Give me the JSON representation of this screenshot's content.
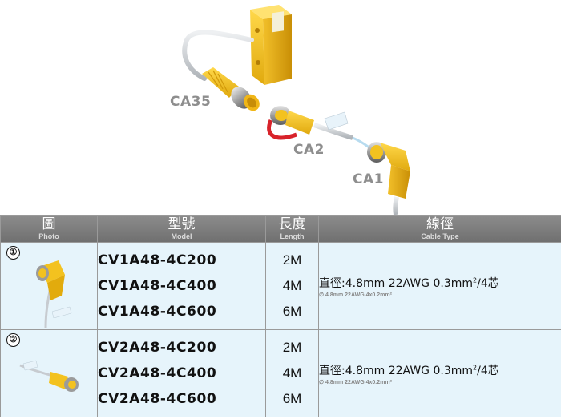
{
  "hero": {
    "labels": {
      "ca35": "CA35",
      "ca2": "CA2",
      "ca1": "CA1"
    },
    "colors": {
      "connector": "#f3c21f",
      "cable": "#c8ccd0",
      "accent": "#d8232a"
    }
  },
  "table": {
    "headers": [
      {
        "zh": "圖",
        "en": "Photo"
      },
      {
        "zh": "型號",
        "en": "Model"
      },
      {
        "zh": "長度",
        "en": "Length"
      },
      {
        "zh": "線徑",
        "en": "Cable Type"
      }
    ],
    "rows": [
      {
        "number": "①",
        "models": [
          "CV1A48-4C200",
          "CV1A48-4C400",
          "CV1A48-4C600"
        ],
        "lengths": [
          "2M",
          "4M",
          "6M"
        ],
        "cable_prefix": "直徑:4.8mm  22AWG  0.3mm",
        "cable_sup": "2",
        "cable_suffix": "/4芯",
        "cable_sub": "∅ 4.8mm 22AWG 4x0.2mm²"
      },
      {
        "number": "②",
        "models": [
          "CV2A48-4C200",
          "CV2A48-4C400",
          "CV2A48-4C600"
        ],
        "lengths": [
          "2M",
          "4M",
          "6M"
        ],
        "cable_prefix": "直徑:4.8mm  22AWG  0.3mm",
        "cable_sup": "2",
        "cable_suffix": "/4芯",
        "cable_sub": "∅ 4.8mm 22AWG 4x0.2mm²"
      }
    ]
  }
}
